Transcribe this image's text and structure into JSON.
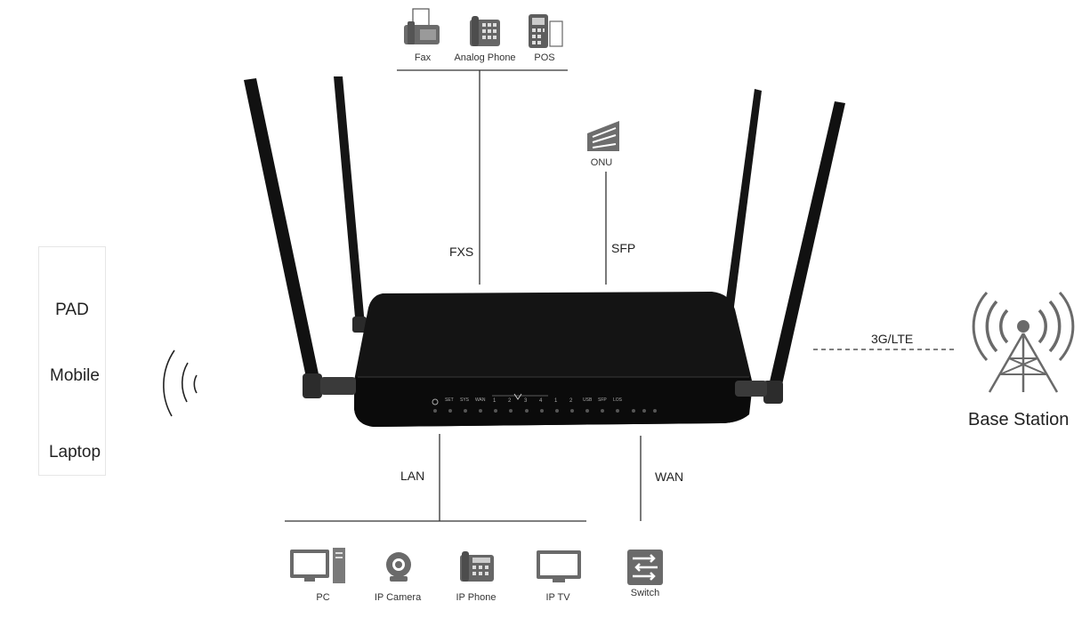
{
  "top_devices": [
    {
      "label": "Fax",
      "icon": "fax-icon"
    },
    {
      "label": "Analog Phone",
      "icon": "analog-phone-icon"
    },
    {
      "label": "POS",
      "icon": "pos-terminal-icon"
    }
  ],
  "onu": {
    "label": "ONU",
    "icon": "onu-icon"
  },
  "connections": {
    "fxs": "FXS",
    "sfp": "SFP",
    "lan": "LAN",
    "wan": "WAN",
    "lte": "3G/LTE"
  },
  "wireless_clients": [
    {
      "label": "PAD",
      "icon": "tablet-icon",
      "color": "#5bc0de"
    },
    {
      "label": "Mobile",
      "icon": "mobile-icon",
      "color": "#8dc63f"
    },
    {
      "label": "Laptop",
      "icon": "laptop-icon",
      "color": "#5bc0de"
    }
  ],
  "base_station": {
    "label": "Base Station",
    "icon": "cell-tower-icon"
  },
  "lan_devices": [
    {
      "label": "PC",
      "icon": "pc-icon"
    },
    {
      "label": "IP Camera",
      "icon": "ip-camera-icon"
    },
    {
      "label": "IP Phone",
      "icon": "ip-phone-icon"
    },
    {
      "label": "IP TV",
      "icon": "tv-icon"
    }
  ],
  "wan_device": {
    "label": "Switch",
    "icon": "switch-icon"
  },
  "router_panel": [
    "SET",
    "SYS",
    "WAN",
    "1",
    "2",
    "3",
    "4",
    "1",
    "2",
    "USB",
    "SFP",
    "LOS"
  ]
}
